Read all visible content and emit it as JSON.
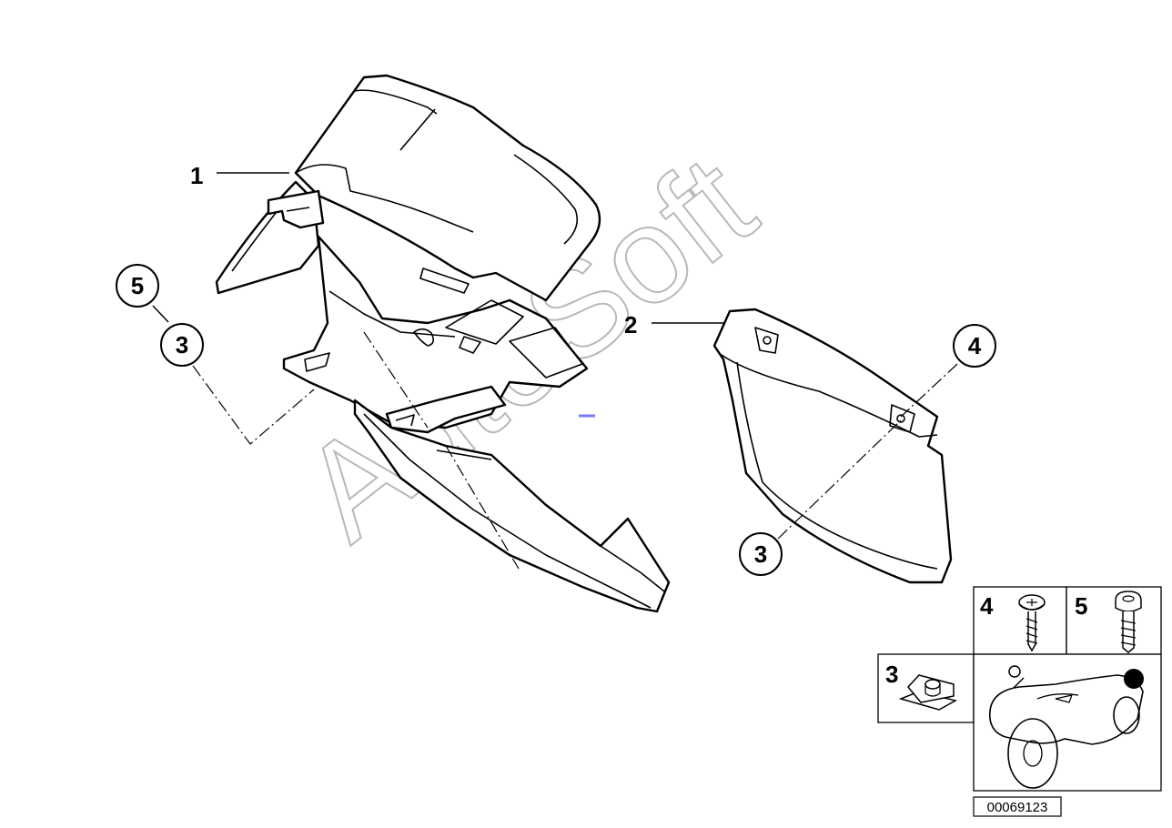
{
  "parts": [
    {
      "id": "part-1",
      "label": "1"
    },
    {
      "id": "part-2",
      "label": "2"
    }
  ],
  "callouts": [
    {
      "id": "callout-5",
      "label": "5"
    },
    {
      "id": "callout-3-left",
      "label": "3"
    },
    {
      "id": "callout-4",
      "label": "4"
    },
    {
      "id": "callout-3-right",
      "label": "3"
    }
  ],
  "legend": {
    "screw_4_label": "4",
    "screw_5_label": "5",
    "clip_3_label": "3"
  },
  "watermark": "AutoSoft",
  "reference_number": "00069123",
  "colors": {
    "line": "#000000",
    "watermark": "#b8b8b8",
    "marker": "#7a7aff"
  }
}
